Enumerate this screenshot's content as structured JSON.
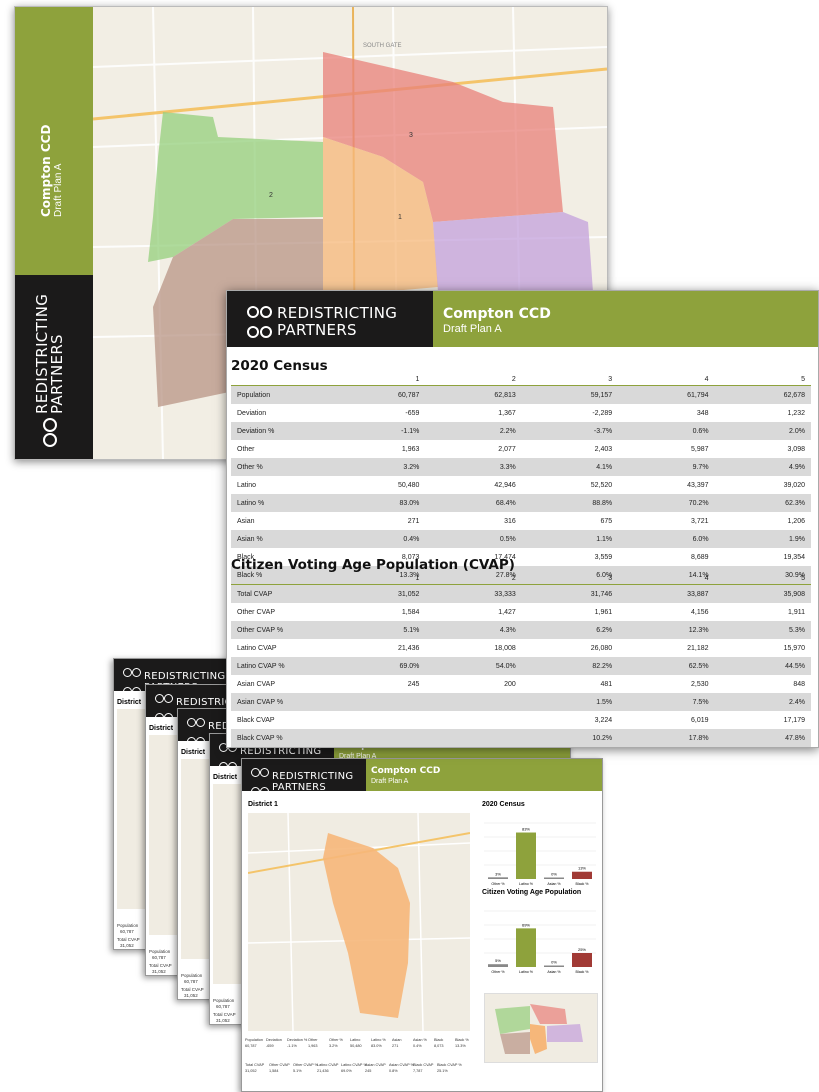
{
  "brand": {
    "line1": "REDISTRICTING",
    "line2": "PARTNERS"
  },
  "report": {
    "title": "Compton CCD",
    "subtitle": "Draft Plan A"
  },
  "map": {
    "place_label": "SOUTH GATE",
    "district_labels": [
      "1",
      "2",
      "3"
    ],
    "colors": {
      "d1": "#f6b77a",
      "d2": "#94cf7c",
      "d3": "#e8807a",
      "d4": "#c3a0dc",
      "d5": "#b89486"
    }
  },
  "census": {
    "title": "2020 Census",
    "columns": [
      "1",
      "2",
      "3",
      "4",
      "5"
    ],
    "rows": [
      {
        "label": "Population",
        "values": [
          "60,787",
          "62,813",
          "59,157",
          "61,794",
          "62,678"
        ]
      },
      {
        "label": "Deviation",
        "values": [
          "-659",
          "1,367",
          "-2,289",
          "348",
          "1,232"
        ]
      },
      {
        "label": "Deviation %",
        "values": [
          "-1.1%",
          "2.2%",
          "-3.7%",
          "0.6%",
          "2.0%"
        ]
      },
      {
        "label": "Other",
        "values": [
          "1,963",
          "2,077",
          "2,403",
          "5,987",
          "3,098"
        ]
      },
      {
        "label": "Other %",
        "values": [
          "3.2%",
          "3.3%",
          "4.1%",
          "9.7%",
          "4.9%"
        ]
      },
      {
        "label": "Latino",
        "values": [
          "50,480",
          "42,946",
          "52,520",
          "43,397",
          "39,020"
        ]
      },
      {
        "label": "Latino %",
        "values": [
          "83.0%",
          "68.4%",
          "88.8%",
          "70.2%",
          "62.3%"
        ]
      },
      {
        "label": "Asian",
        "values": [
          "271",
          "316",
          "675",
          "3,721",
          "1,206"
        ]
      },
      {
        "label": "Asian %",
        "values": [
          "0.4%",
          "0.5%",
          "1.1%",
          "6.0%",
          "1.9%"
        ]
      },
      {
        "label": "Black",
        "values": [
          "8,073",
          "17,474",
          "3,559",
          "8,689",
          "19,354"
        ]
      },
      {
        "label": "Black %",
        "values": [
          "13.3%",
          "27.8%",
          "6.0%",
          "14.1%",
          "30.9%"
        ]
      }
    ]
  },
  "cvap": {
    "title": "Citizen Voting Age Population (CVAP)",
    "columns": [
      "1",
      "2",
      "3",
      "4",
      "5"
    ],
    "rows": [
      {
        "label": "Total CVAP",
        "values": [
          "31,052",
          "33,333",
          "31,746",
          "33,887",
          "35,908"
        ]
      },
      {
        "label": "Other CVAP",
        "values": [
          "1,584",
          "1,427",
          "1,961",
          "4,156",
          "1,911"
        ]
      },
      {
        "label": "Other CVAP %",
        "values": [
          "5.1%",
          "4.3%",
          "6.2%",
          "12.3%",
          "5.3%"
        ]
      },
      {
        "label": "Latino CVAP",
        "values": [
          "21,436",
          "18,008",
          "26,080",
          "21,182",
          "15,970"
        ]
      },
      {
        "label": "Latino CVAP %",
        "values": [
          "69.0%",
          "54.0%",
          "82.2%",
          "62.5%",
          "44.5%"
        ]
      },
      {
        "label": "Asian CVAP",
        "values": [
          "245",
          "200",
          "481",
          "2,530",
          "848"
        ]
      },
      {
        "label": "Asian CVAP %",
        "values": [
          "",
          "",
          "1.5%",
          "7.5%",
          "2.4%"
        ]
      },
      {
        "label": "Black CVAP",
        "values": [
          "",
          "",
          "3,224",
          "6,019",
          "17,179"
        ]
      },
      {
        "label": "Black CVAP %",
        "values": [
          "",
          "",
          "10.2%",
          "17.8%",
          "47.8%"
        ]
      }
    ]
  },
  "district_page": {
    "district_title": "District 1",
    "census_title": "2020 Census",
    "cvap_title": "Citizen Voting Age Population",
    "census_bars": [
      {
        "label": "Other %",
        "value": 3,
        "text": "3%",
        "color": "#888888"
      },
      {
        "label": "Latino %",
        "value": 83,
        "text": "83%",
        "color": "#8ea23c"
      },
      {
        "label": "Asian %",
        "value": 0,
        "text": "0%",
        "color": "#888888"
      },
      {
        "label": "Black %",
        "value": 13,
        "text": "13%",
        "color": "#a13a35"
      }
    ],
    "cvap_bars": [
      {
        "label": "Other %",
        "value": 5,
        "text": "5%",
        "color": "#888888"
      },
      {
        "label": "Latino %",
        "value": 69,
        "text": "69%",
        "color": "#8ea23c"
      },
      {
        "label": "Asian %",
        "value": 0,
        "text": "0%",
        "color": "#888888"
      },
      {
        "label": "Black %",
        "value": 25,
        "text": "25%",
        "color": "#a13a35"
      }
    ],
    "summary_row1_headers": [
      "Population",
      "Deviation",
      "Deviation %",
      "Other",
      "Other %",
      "Latino",
      "Latino %",
      "Asian",
      "Asian %",
      "Black",
      "Black %"
    ],
    "summary_row1_values": [
      "60,787",
      "-659",
      "-1.1%",
      "1,963",
      "3.2%",
      "50,480",
      "83.0%",
      "271",
      "0.4%",
      "8,073",
      "13.3%"
    ],
    "summary_row2_headers": [
      "Total CVAP",
      "Other CVAP",
      "Other CVAP %",
      "Latino CVAP",
      "Latino CVAP %",
      "Asian CVAP",
      "Asian CVAP %",
      "Black CVAP",
      "Black CVAP %"
    ],
    "summary_row2_values": [
      "31,052",
      "1,584",
      "5.1%",
      "21,436",
      "69.0%",
      "245",
      "0.8%",
      "7,787",
      "25.1%"
    ],
    "stack_peek_labels": {
      "district": "District",
      "population": "Population",
      "total_cvap": "Total CVAP",
      "pop_value": "60,787",
      "cvap_value": "31,052"
    }
  }
}
